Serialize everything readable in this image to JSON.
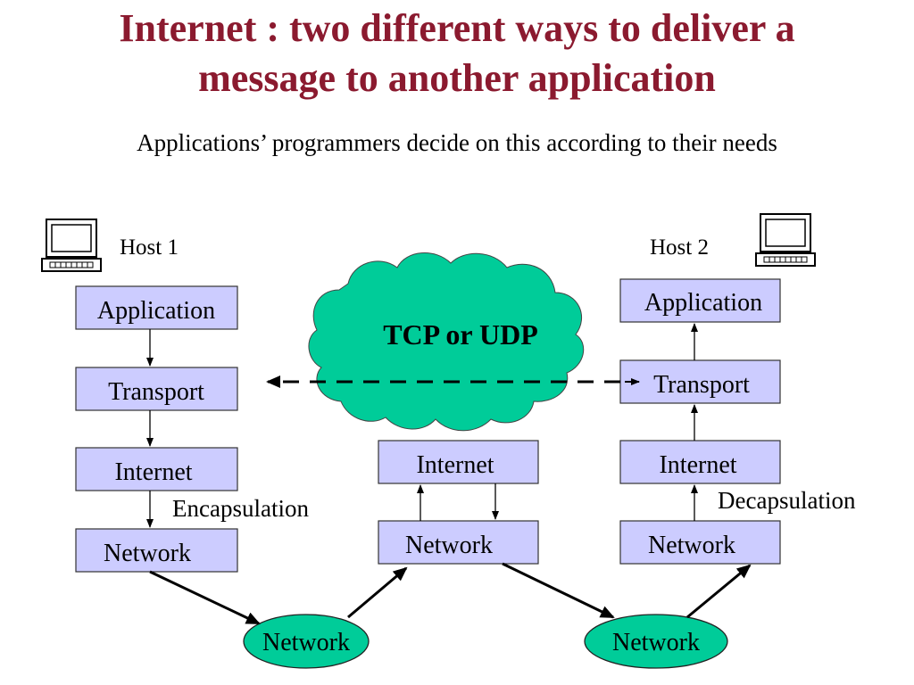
{
  "slide": {
    "title_line1": "Internet : two  different ways to deliver a",
    "title_line2": "message to another application",
    "subtitle": "Applications’ programmers decide on this according to their needs"
  },
  "host1": {
    "label": "Host 1",
    "layers": [
      "Application",
      "Transport",
      "Internet",
      "Network"
    ],
    "note": "Encapsulation"
  },
  "router": {
    "layers": [
      "Internet",
      "Network"
    ]
  },
  "host2": {
    "label": "Host 2",
    "layers": [
      "Application",
      "Transport",
      "Internet",
      "Network"
    ],
    "note": "Decapsulation"
  },
  "cloud": {
    "label": "TCP or UDP",
    "color": "#00cc99"
  },
  "networks": [
    "Network",
    "Network"
  ],
  "colors": {
    "title": "#8b1a2f",
    "layer_box": "#ccccff",
    "network_ellipse": "#00cc99"
  },
  "icons": [
    "computer-icon",
    "computer-icon"
  ]
}
